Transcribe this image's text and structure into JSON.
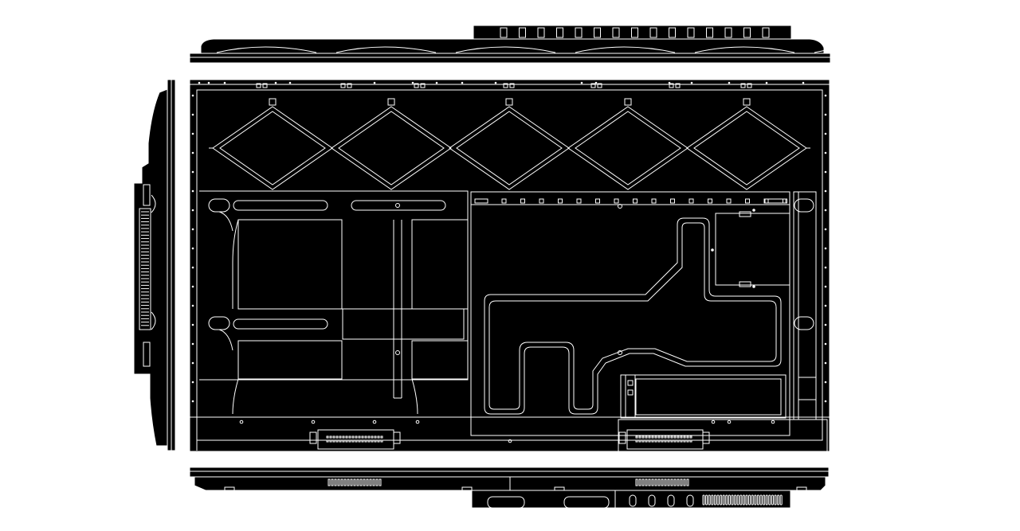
{
  "diagram": {
    "colors": {
      "line": "#ffffff",
      "fill": "#000000",
      "background": "#ffffff"
    },
    "views": [
      "top-view",
      "side-view",
      "back-view",
      "bottom-view"
    ]
  }
}
